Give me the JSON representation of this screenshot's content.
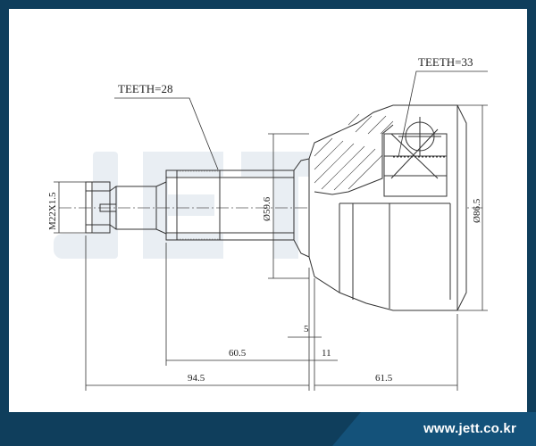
{
  "labels": {
    "teeth_shaft": "TEETH=28",
    "teeth_bell": "TEETH=33",
    "thread": "M22X1.5",
    "dia_shaft": "Ø59.6",
    "dia_bell": "Ø86.5",
    "len_5": "5",
    "len_60_5": "60.5",
    "len_11": "11",
    "len_94_5": "94.5",
    "len_61_5": "61.5"
  },
  "footer": {
    "url": "www.jett.co.kr"
  },
  "watermark": {
    "text": "JETT"
  },
  "colors": {
    "frame": "#0f3e5c",
    "footer_tab": "#14527a",
    "line": "#333333",
    "watermark": "#e9eef3"
  }
}
